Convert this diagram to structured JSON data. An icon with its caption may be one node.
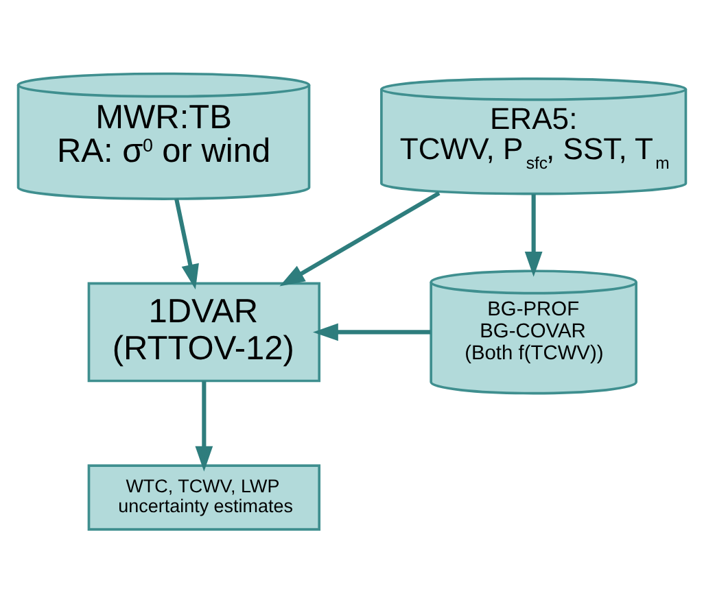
{
  "diagram": {
    "nodes": [
      {
        "text": [
          "MWR:TB",
          "RA: σ$^{0}$ or wind"
        ]
      },
      {
        "text": [
          "ERA5:",
          "TCWV, P$_{sfc}$, SST, T$_{m}$"
        ]
      },
      {
        "text": [
          "1DVAR (RTTOV-12)"
        ]
      },
      {
        "text": [
          "BG-PROF",
          "BG-COVAR",
          "(Both f(TCWV))"
        ]
      },
      {
        "text": [
          "WTC, TCWV, LWP uncertainty estimates"
        ]
      }
    ],
    "edges": [
      {
        "from": 0,
        "to": 2,
        "arrow": "to"
      },
      {
        "from": 1,
        "to": 2,
        "arrow": "to"
      },
      {
        "from": 1,
        "to": 3,
        "arrow": "to"
      },
      {
        "from": 3,
        "to": 2,
        "arrow": "to"
      },
      {
        "from": 2,
        "to": 4,
        "arrow": "to"
      }
    ]
  }
}
